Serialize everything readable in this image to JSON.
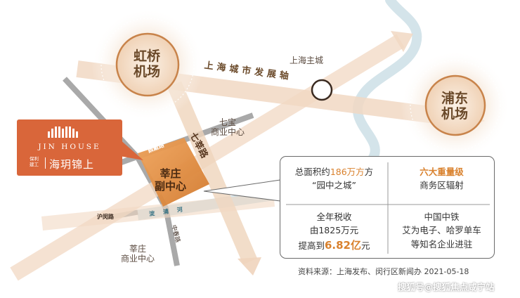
{
  "colors": {
    "brand_orange": "#d9663a",
    "highlight": "#d9812d",
    "axis_band": "#f1d8c3",
    "river": "#d4e4ea",
    "road": "#a9a9a9"
  },
  "airports": [
    {
      "name": "虹桥机场",
      "line1": "虹桥",
      "line2": "机场"
    },
    {
      "name": "浦东机场",
      "line1": "浦东",
      "line2": "机场"
    }
  ],
  "city_label": "上海主城",
  "axis_label": "上海城市发展轴",
  "qibao": {
    "line1": "七宝",
    "line2": "商业中心"
  },
  "xinzhuang_commercial": {
    "line1": "莘庄",
    "line2": "商业中心"
  },
  "xinzhuang_subcenter": {
    "line1": "莘庄",
    "line2": "副中心"
  },
  "roads": {
    "guyi": "顾戴路",
    "qixin": "七莘路",
    "river": "淀浦河",
    "humin": "沪闵路",
    "zhongchun": "中春路"
  },
  "logo": {
    "english": "JIN HOUSE",
    "developer_line1": "保利",
    "developer_line2": "建工",
    "chinese": "海玥锦上"
  },
  "info": {
    "cell1": {
      "prefix": "总面积约",
      "value": "186万方",
      "suffix": "方",
      "line2": "“园中之城”"
    },
    "cell2": {
      "headline": "六大重量级",
      "line2": "商务区辐射"
    },
    "cell3": {
      "line1": "全年税收",
      "line2": "由1825万元",
      "line3_prefix": "提高到",
      "value": "6.82亿",
      "line3_suffix": "元"
    },
    "cell4": {
      "line1": "中国中铁",
      "line2": "艾为电子、哈罗单车",
      "line3": "等知名企业进驻"
    }
  },
  "source_note": "资料来源：上海发布、闵行区新闻办 2021-05-18",
  "watermark": "搜狐号@搜狐焦点咸宁站"
}
